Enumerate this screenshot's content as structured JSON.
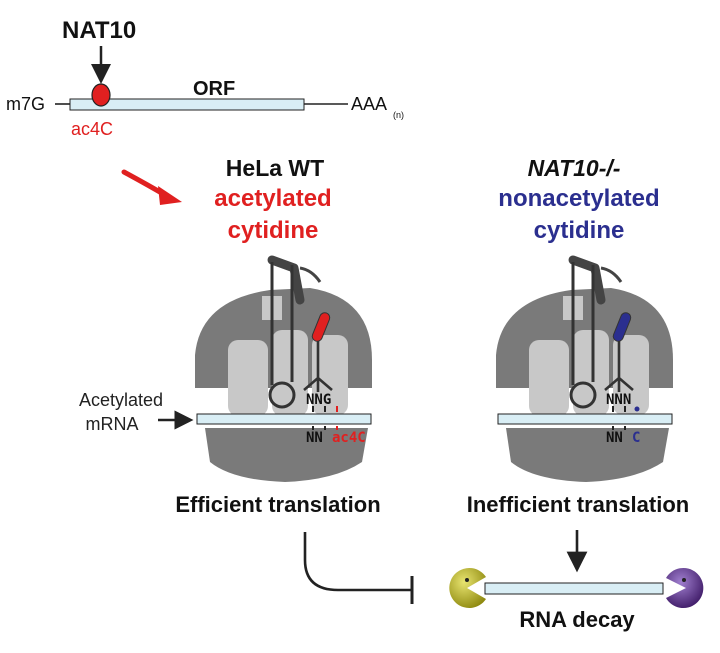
{
  "top": {
    "enzyme": "NAT10",
    "cap": "m7G",
    "orf": "ORF",
    "polyA": "AAA",
    "polyA_sub": "(n)",
    "mod": "ac4C"
  },
  "left": {
    "line1": "HeLa WT",
    "line2": "acetylated",
    "line3": "cytidine",
    "codon_top": "NNG",
    "codon_bottom_nn": "NN",
    "codon_bottom_mod": "ac4C",
    "outcome": "Efficient translation"
  },
  "right": {
    "line1": "NAT10-/-",
    "line2": "nonacetylated",
    "line3": "cytidine",
    "codon_top": "NNN",
    "codon_bottom_nn": "NN",
    "codon_bottom_mod": "C",
    "outcome": "Inefficient translation",
    "decay": "RNA decay"
  },
  "mrna_label": {
    "line1": "Acetylated",
    "line2": "mRNA"
  },
  "colors": {
    "red": "#e02020",
    "blue": "#2b2f8f",
    "ribosome_dark": "#7a7a7a",
    "ribosome_light": "#c8c8c8",
    "mrna_fill": "#d9eef5",
    "pacman_yellow": "#b8b41a",
    "pacman_purple": "#5b2a86"
  }
}
